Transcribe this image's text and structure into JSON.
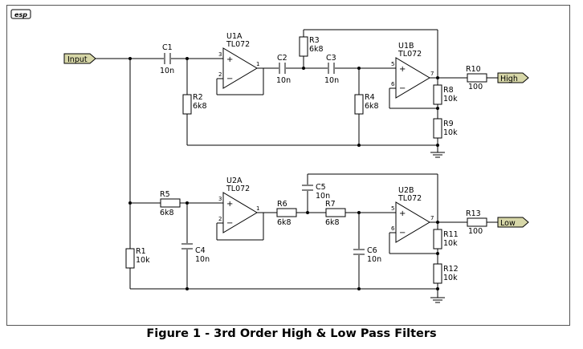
{
  "logo": "esp",
  "caption": "Figure 1 - 3rd Order High & Low Pass Filters",
  "ports": {
    "input": "Input",
    "high": "High",
    "low": "Low"
  },
  "components": {
    "C1": {
      "ref": "C1",
      "value": "10n"
    },
    "R2": {
      "ref": "R2",
      "value": "6k8"
    },
    "U1A": {
      "ref": "U1A",
      "value": "TL072"
    },
    "C2": {
      "ref": "C2",
      "value": "10n"
    },
    "R3": {
      "ref": "R3",
      "value": "6k8"
    },
    "C3": {
      "ref": "C3",
      "value": "10n"
    },
    "R4": {
      "ref": "R4",
      "value": "6k8"
    },
    "U1B": {
      "ref": "U1B",
      "value": "TL072"
    },
    "R10": {
      "ref": "R10",
      "value": "100"
    },
    "R8": {
      "ref": "R8",
      "value": "10k"
    },
    "R9": {
      "ref": "R9",
      "value": "10k"
    },
    "R5": {
      "ref": "R5",
      "value": "6k8"
    },
    "C4": {
      "ref": "C4",
      "value": "10n"
    },
    "R1": {
      "ref": "R1",
      "value": "10k"
    },
    "U2A": {
      "ref": "U2A",
      "value": "TL072"
    },
    "R6": {
      "ref": "R6",
      "value": "6k8"
    },
    "C5": {
      "ref": "C5",
      "value": "10n"
    },
    "R7": {
      "ref": "R7",
      "value": "6k8"
    },
    "C6": {
      "ref": "C6",
      "value": "10n"
    },
    "U2B": {
      "ref": "U2B",
      "value": "TL072"
    },
    "R13": {
      "ref": "R13",
      "value": "100"
    },
    "R11": {
      "ref": "R11",
      "value": "10k"
    },
    "R12": {
      "ref": "R12",
      "value": "10k"
    }
  },
  "pins": {
    "u1a_in_plus": "3",
    "u1a_in_minus": "2",
    "u1a_out": "1",
    "u1b_in_plus": "5",
    "u1b_in_minus": "6",
    "u1b_out": "7",
    "u2a_in_plus": "3",
    "u2a_in_minus": "2",
    "u2a_out": "1",
    "u2b_in_plus": "5",
    "u2b_in_minus": "6",
    "u2b_out": "7"
  },
  "opamp_symbols": {
    "plus": "+",
    "minus": "−"
  }
}
